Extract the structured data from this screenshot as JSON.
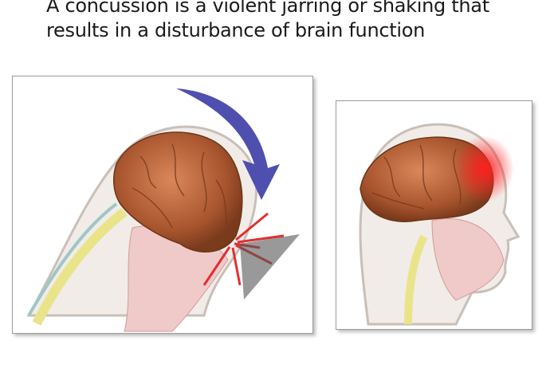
{
  "caption": {
    "line1": "A concussion is a violent jarring or shaking that",
    "line2": "results in a disturbance of brain function"
  },
  "panels": [
    {
      "illustration": "head-impact-forward-whiplash",
      "colors": {
        "arrow": "#4f4fb0",
        "impact": "#e03030",
        "brain": "#b5653a"
      }
    },
    {
      "illustration": "head-brain-injury-glow",
      "colors": {
        "glow": "#ff2020",
        "brain": "#b5653a"
      }
    }
  ]
}
